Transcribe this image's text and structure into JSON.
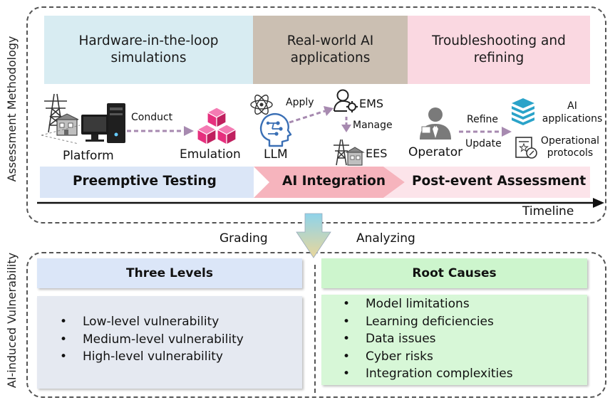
{
  "side_labels": {
    "top": "Assessment Methodology",
    "bottom": "AI-induced Vulnerability"
  },
  "phases": [
    {
      "label": "Hardware-in-the-loop simulations",
      "color": "#d8ecf2"
    },
    {
      "label": "Real-world AI applications",
      "color": "#cbbfb2"
    },
    {
      "label": "Troubleshooting and refining",
      "color": "#fad8e1"
    }
  ],
  "flow": {
    "platform": "Platform",
    "conduct": "Conduct",
    "emulation": "Emulation",
    "llm": "LLM",
    "apply": "Apply",
    "ems": "EMS",
    "manage": "Manage",
    "ees": "EES",
    "operator": "Operator",
    "refine": "Refine",
    "update": "Update",
    "ai_applications": "AI applications",
    "operational_protocols": "Operational protocols"
  },
  "stages": {
    "preemptive": "Preemptive Testing",
    "integration": "AI Integration",
    "post_event": "Post-event Assessment"
  },
  "timeline": "Timeline",
  "arrow_labels": {
    "grading": "Grading",
    "analyzing": "Analyzing"
  },
  "levels": {
    "title": "Three Levels",
    "items": [
      "Low-level vulnerability",
      "Medium-level vulnerability",
      "High-level vulnerability"
    ]
  },
  "root_causes": {
    "title": "Root Causes",
    "items": [
      "Model limitations",
      "Learning deficiencies",
      "Data issues",
      "Cyber risks",
      "Integration complexities"
    ]
  },
  "colors": {
    "emulation_cube": "#e6307e",
    "llm_blue": "#3a6fb5",
    "stack_teal": "#2aa3c9",
    "dashed_arrow": "#a78ab0",
    "band_blue": "#dbe6f7",
    "band_pink": "#f6b4bd",
    "band_post": "#fce4ea",
    "levels_head": "#dbe6f8",
    "levels_body": "#e5e9f1",
    "causes_head": "#cdf5cd",
    "causes_body": "#d7f7d7"
  }
}
